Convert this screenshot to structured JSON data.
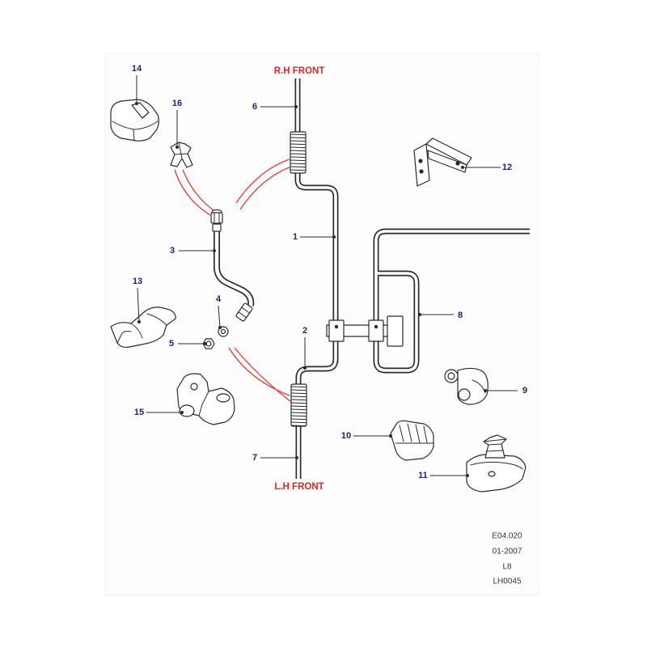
{
  "direction_labels": {
    "rh_front": "R.H FRONT",
    "lh_front": "L.H FRONT"
  },
  "callouts": {
    "p1": "1",
    "p2": "2",
    "p3": "3",
    "p4": "4",
    "p5": "5",
    "p6": "6",
    "p7": "7",
    "p8": "8",
    "p9": "9",
    "p10": "10",
    "p11": "11",
    "p12": "12",
    "p13": "13",
    "p14": "14",
    "p15": "15",
    "p16": "16"
  },
  "footer": {
    "illustration_ref": "E04.020",
    "date": "01-2007",
    "model": "L8",
    "drawing_code": "LH0045"
  },
  "colors": {
    "callout_text": "#1f1f78",
    "direction_text": "#d42a2a",
    "linework": "#2a2a2a",
    "guide_lines": "#e03a3a"
  }
}
